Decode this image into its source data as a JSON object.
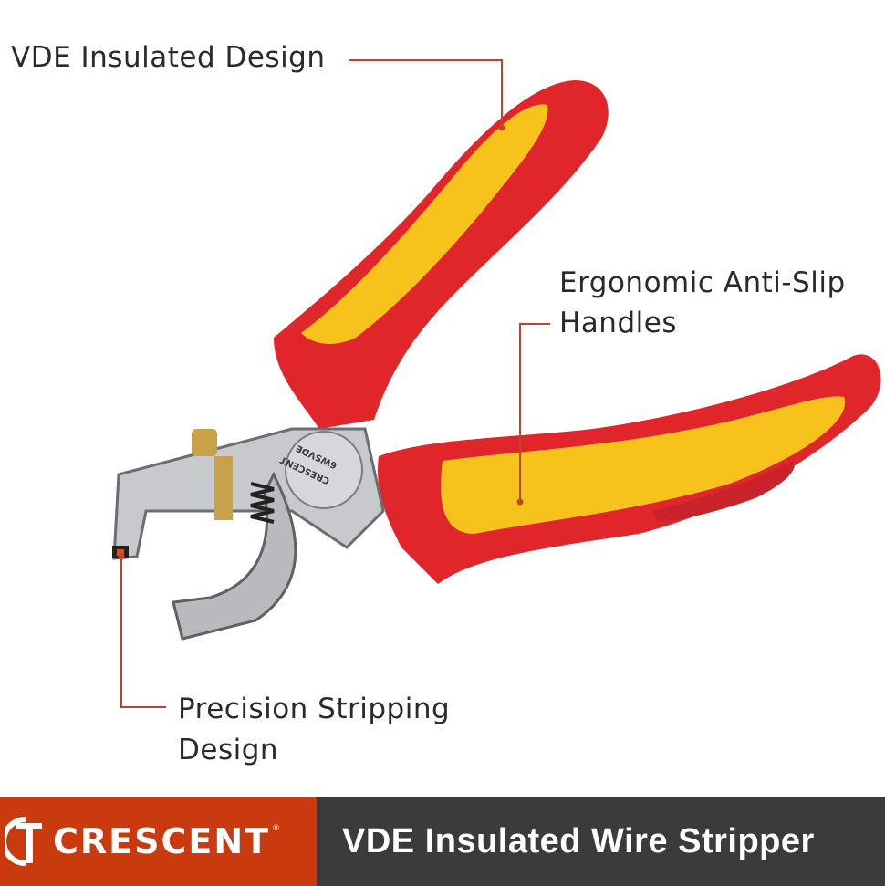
{
  "callouts": {
    "insulated": "VDE Insulated Design",
    "handles_line1": "Ergonomic Anti-Slip",
    "handles_line2": "Handles",
    "stripping_line1": "Precision Stripping",
    "stripping_line2": "Design"
  },
  "banner": {
    "brand": "CRESCENT",
    "registered_mark": "®",
    "product_title": "VDE Insulated Wire Stripper"
  },
  "product_markings": {
    "jaw_logo": "CRESCENT",
    "model": "6WSVDE"
  },
  "colors": {
    "brand_orange": "#c93a0e",
    "banner_dark": "#3b3b3d",
    "callout_line": "#c0442a",
    "handle_red": "#e0262a",
    "handle_yellow": "#f7c21b"
  }
}
